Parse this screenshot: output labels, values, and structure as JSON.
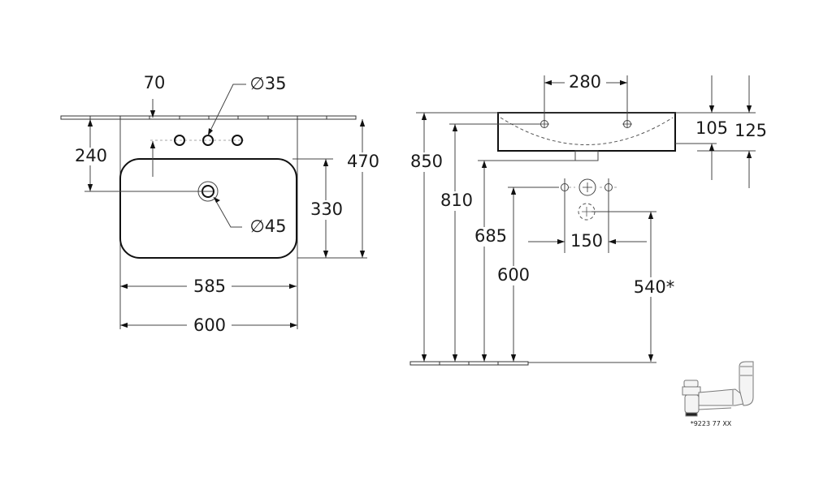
{
  "plan_view": {
    "dim_70": "70",
    "dim_tap_hole": "∅35",
    "dim_240": "240",
    "dim_470": "470",
    "dim_330": "330",
    "dim_drain": "∅45",
    "dim_585": "585",
    "dim_600": "600"
  },
  "side_view": {
    "dim_280": "280",
    "dim_105": "105",
    "dim_125": "125",
    "dim_850": "850",
    "dim_810": "810",
    "dim_685": "685",
    "dim_600": "600",
    "dim_150": "150",
    "dim_540": "540*"
  },
  "siphon": {
    "caption": "*9223 77 XX"
  }
}
